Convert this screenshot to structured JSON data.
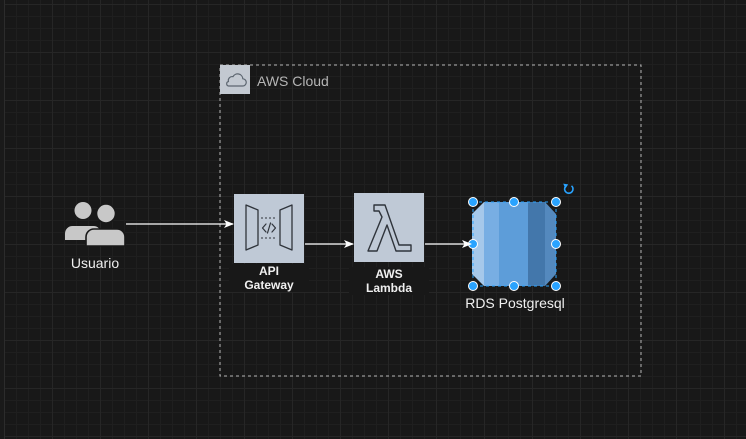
{
  "group": {
    "label": "AWS Cloud",
    "icon": "cloud-icon"
  },
  "nodes": {
    "user": {
      "label": "Usuario",
      "icon": "users-icon"
    },
    "api_gateway": {
      "line1": "API",
      "line2": "Gateway",
      "icon": "api-gateway-icon"
    },
    "lambda": {
      "line1": "AWS",
      "line2": "Lambda",
      "icon": "lambda-icon"
    },
    "rds": {
      "label": "RDS Postgresql",
      "icon": "rds-database-icon"
    }
  },
  "colors": {
    "background": "#181818",
    "grid": "#262626",
    "group_border": "#b5b5b5",
    "service_icon_bg": "#bfc9d6",
    "selection": "#29a3ff"
  }
}
